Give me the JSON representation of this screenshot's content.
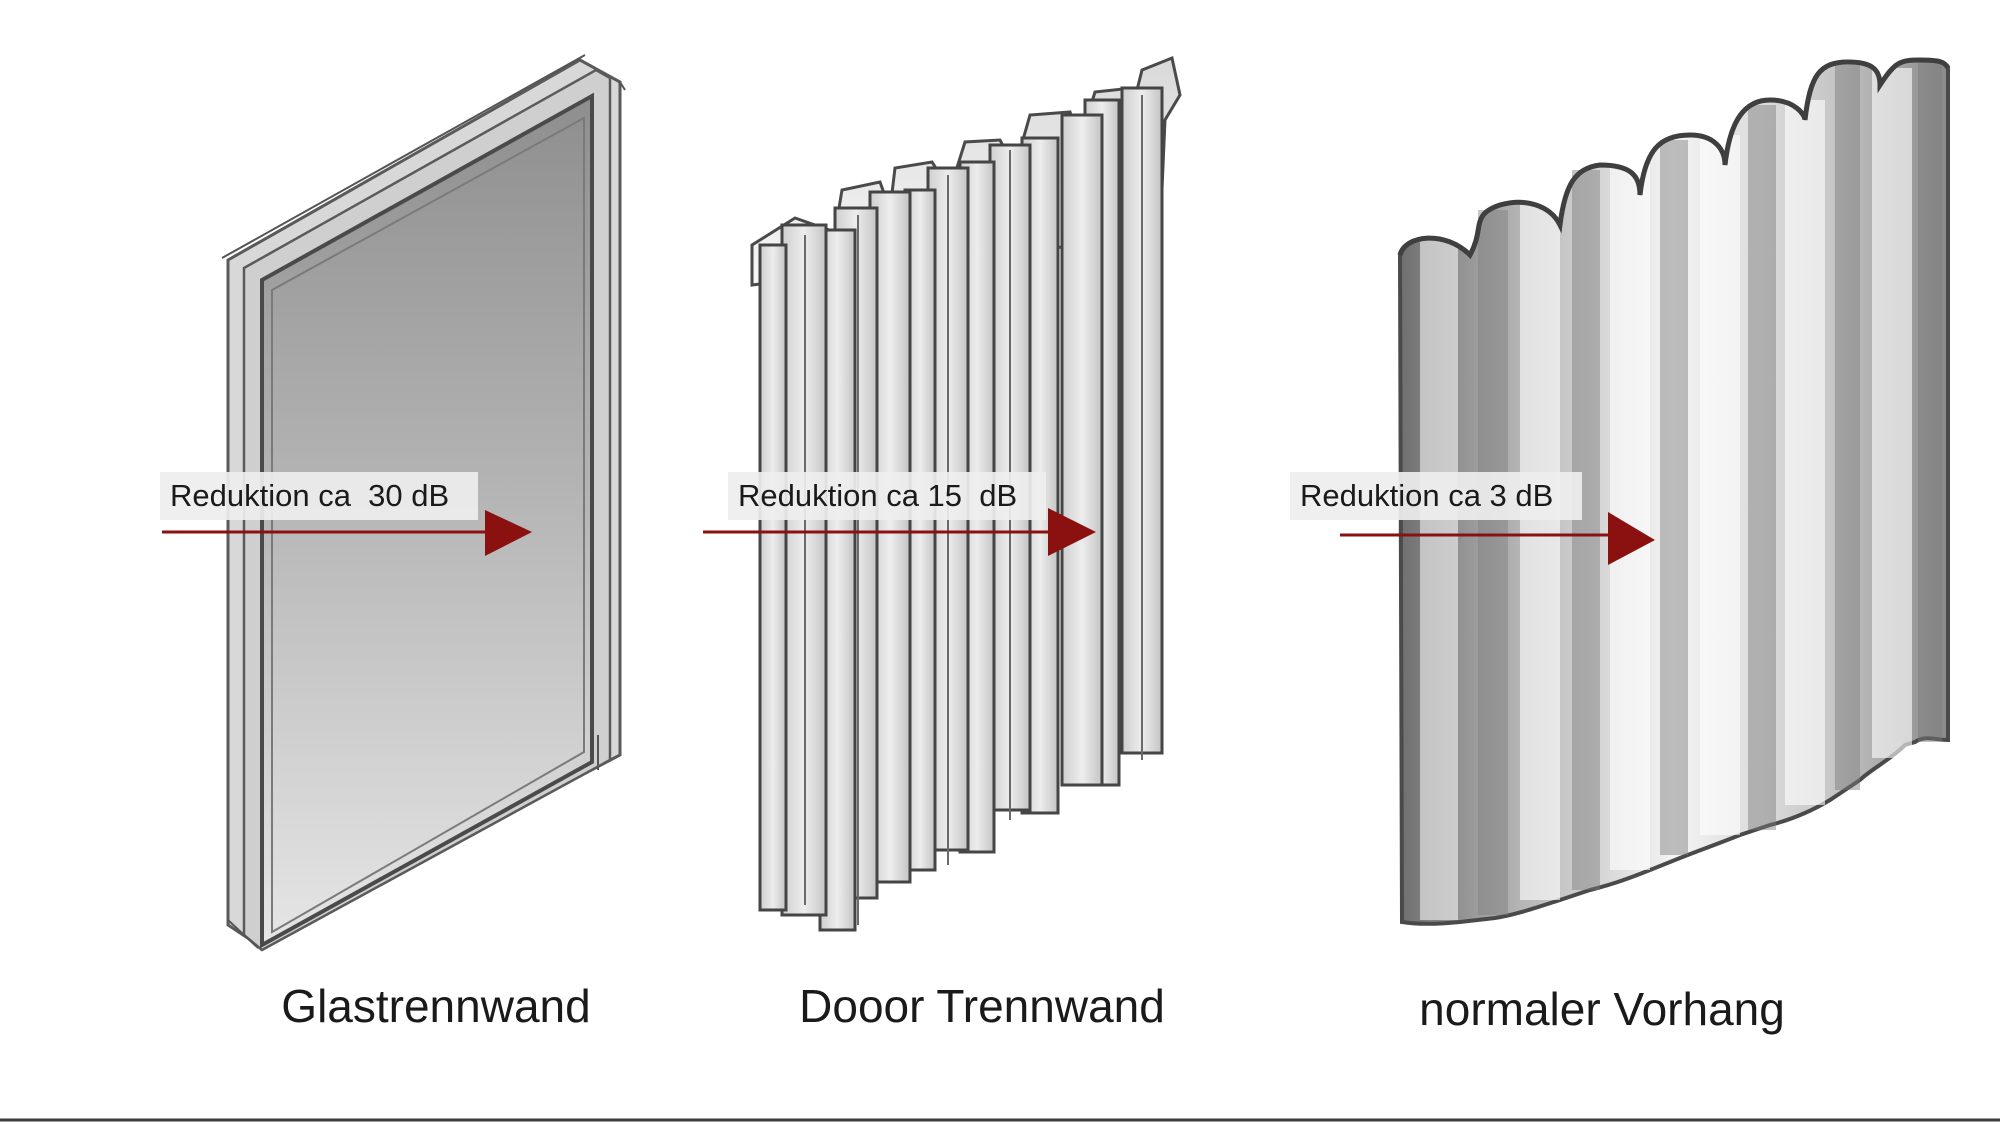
{
  "panels": [
    {
      "id": "glass",
      "caption": "Glastrennwand",
      "reduction": "Reduktion ca  30 dB"
    },
    {
      "id": "dooor",
      "caption": "Dooor Trennwand",
      "reduction": "Reduktion ca 15  dB"
    },
    {
      "id": "curtain",
      "caption": "normaler Vorhang",
      "reduction": "Reduktion ca 3 dB"
    }
  ],
  "colors": {
    "arrow": "#8b1010",
    "outline": "#454545",
    "bottom_rule": "#3c3c3c",
    "label_box": "#eeeeee"
  }
}
